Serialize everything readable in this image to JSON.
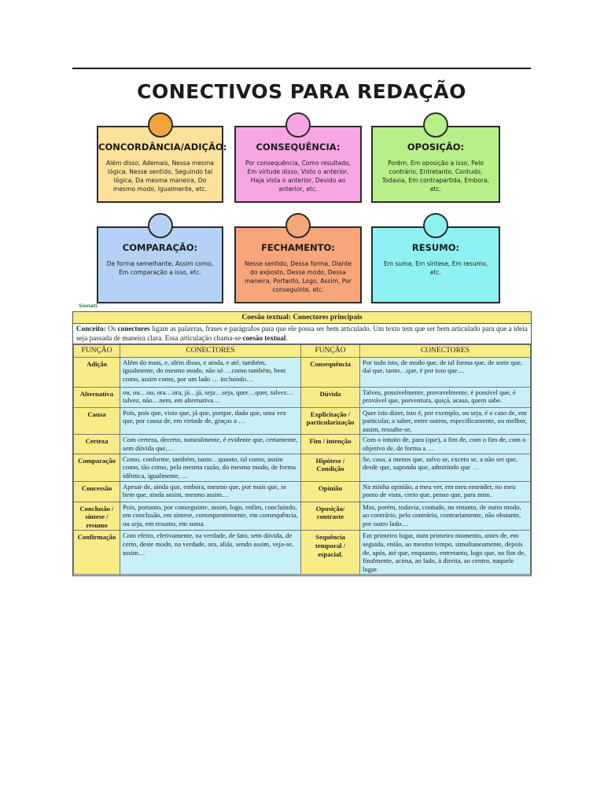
{
  "infographic": {
    "title": "CONECTIVOS PARA REDAÇÃO",
    "cards": [
      {
        "title": "CONCORDÂNCIA/ADIÇÃO:",
        "body": "Além disso, Ademais, Nessa mesma lógica, Nesse sentido, Seguindo tal lógica, Da mesma maneira, Do mesmo modo, Igualmente, etc.",
        "color": "#fbe19a"
      },
      {
        "title": "CONSEQUÊNCIA:",
        "body": "Por consequência, Como resultado, Em virtude disso, Visto o anterior, Haja vista o anterior, Devido ao anterior, etc.",
        "color": "#f7a6e3"
      },
      {
        "title": "OPOSIÇÃO:",
        "body": "Porém, Em oposição a isso, Pelo contrário, Entretanto, Contudo, Todavia, Em contrapartida, Embora, etc.",
        "color": "#b7ef89"
      },
      {
        "title": "COMPARAÇÃO:",
        "body": "De forma semelhante, Assim como, Em comparação a isso, etc.",
        "color": "#b5d2f6"
      },
      {
        "title": "FECHAMENTO:",
        "body": "Nesse sentido, Dessa forma, Diante do exposto, Desse modo, Dessa maneira, Portanto, Logo, Assim, Por conseguinte, etc.",
        "color": "#f7a57a"
      },
      {
        "title": "RESUMO:",
        "body": "Em suma, Em síntese, Em resumo, etc.",
        "color": "#8ef1f1"
      }
    ],
    "logo": "Sionati"
  },
  "table": {
    "title": "Coesão textual: Conectores principais",
    "concept_label": "Conceito:",
    "concept_text_a": " Os ",
    "concept_bold": "conectores",
    "concept_text_b": " ligam as palavras, frases e parágrafos para que ele possa ser bem articulado. Um texto tem que ser bem articulado para que a ideia seja passada de maneira clara. Essa articulação chama-se ",
    "concept_term": "coesão textual",
    "concept_end": ".",
    "headers": [
      "FUNÇÃO",
      "CONECTORES",
      "FUNÇÃO",
      "CONECTORES"
    ],
    "rows": [
      {
        "f1": "Adição",
        "c1": "Além do mais, e, além disso, e ainda, e até, também, igualmente, do mesmo modo, não só …como também, bem como, assim como, por um lado … incluindo…",
        "f2": "Consequência",
        "c2": "Por tudo isto, de modo que, de tal forma que, de sorte que, daí que, tanto…que, é por isso que…"
      },
      {
        "f1": "Alternativa",
        "c1": "ou, ou…ou, ora…ora, já…já, seja…seja, quer…quer, talvez…talvez, não…nem, em alternativa…",
        "f2": "Dúvida",
        "c2": "Talvez, possivelmente, provavelmente, é possível que, é provável que, porventura, quiçá, acaso, quem sabe."
      },
      {
        "f1": "Causa",
        "c1": "Pois, pois que, visto que, já que, porque, dado que, uma vez que, por causa de, em virtude de, graças a …",
        "f2": "Explicitação / particularização",
        "c2": "Quer isto dizer, isto é, por exemplo, ou seja, é o caso de, em particular, a saber, entre outros, especificamente, ou melhor, assim, ressalte-se,"
      },
      {
        "f1": "Certeza",
        "c1": "Com certeza, decerto, naturalmente, é evidente que, certamente, sem dúvida que,…",
        "f2": "Fim / intenção",
        "c2": "Com o intuito de, para (que), a fim de, com o fim de, com o objetivo de, de forma a …"
      },
      {
        "f1": "Comparação",
        "c1": "Como, conforme, também, tanto…quanto, tal como, assim como, tão como, pela mesma razão, do mesmo modo, de forma idêntica, igualmente, …",
        "f2": "Hipótese / Condição",
        "c2": "Se, caso, a menos que, salvo se, exceto se, a não ser que, desde que, supondo que, admitindo que …"
      },
      {
        "f1": "Concessão",
        "c1": "Apesar de, ainda que, embora, mesmo que, por mais que, se bem que, ainda assim, mesmo assim…",
        "f2": "Opinião",
        "c2": "Na minha opinião, a meu ver, em meu entender, no meu ponto de vista, creio que, penso que, para mim."
      },
      {
        "f1": "Conclusão / síntese / resumo",
        "c1": "Pois, portanto, por conseguinte, assim, logo, enfim, concluindo, em conclusão, em síntese, consequentemente, em consequência, ou seja, em resumo, em suma.",
        "f2": "Oposição/ contraste",
        "c2": "Mas, porém, todavia, contudo, no entanto, de outro modo, ao contrário, pelo contrário, contrariamente, não obstante, por outro lado…"
      },
      {
        "f1": "Confirmação",
        "c1": "Com efeito, efetivamente, na verdade, de fato, sem dúvida, de certo, deste modo, na verdade, ora, aliás, sendo assim, veja-se, assim…",
        "f2": "Sequência temporal / espacial.",
        "c2": "Em primeiro lugar, num primeiro momento, antes de, em seguida, então, ao mesmo tempo, simultaneamente, depois de, após, até que, enquanto, entretanto, logo que, no fim de, finalmente, acima, ao lado, à direita, ao centro, naquele lugar."
      }
    ]
  }
}
